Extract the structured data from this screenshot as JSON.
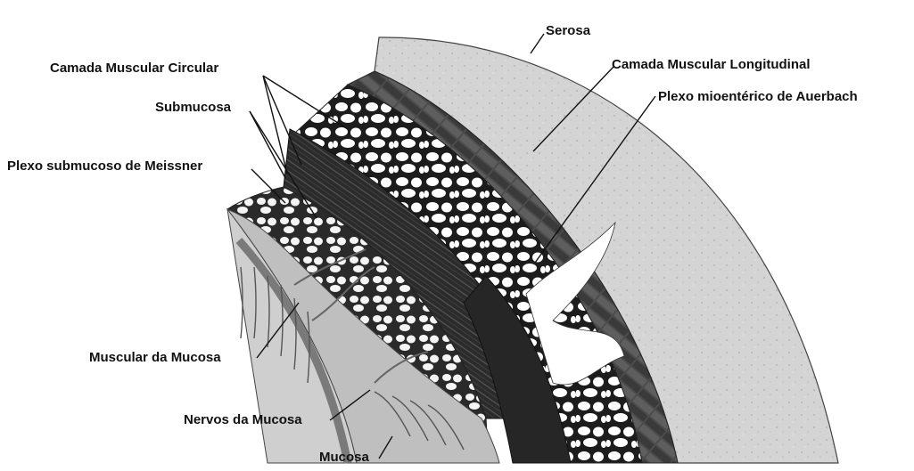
{
  "labels": {
    "serosa": "Serosa",
    "camada_muscular_longitudinal": "Camada Muscular Longitudinal",
    "camada_muscular_circular": "Camada Muscular Circular",
    "plexo_mioenterico": "Plexo mioentérico de Auerbach",
    "submucosa": "Submucosa",
    "plexo_submucoso": "Plexo submucoso de Meissner",
    "muscular_da_mucosa": "Muscular da Mucosa",
    "nervos_da_mucosa": "Nervos da Mucosa",
    "mucosa": "Mucosa"
  },
  "colors": {
    "background": "#ffffff",
    "serosa": "#d2d2d2",
    "longitudinal_muscle": "#4a4a4a",
    "circular_muscle": "#262626",
    "plexus": "#ffffff",
    "submucosa": "#8a8a8a",
    "mucosa": "#b9b9b9",
    "text": "#111111"
  }
}
